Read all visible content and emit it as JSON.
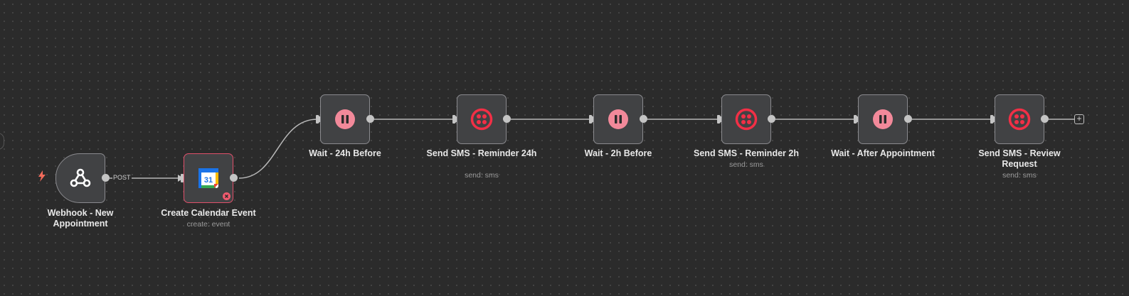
{
  "colors": {
    "canvas_bg": "#2b2b2b",
    "node_bg": "#414244",
    "node_border": "#8a8a8e",
    "error_border": "#e0506a",
    "wait_icon": "#f2899a",
    "twilio_red": "#f22f46",
    "trigger_bolt": "#f26b5b"
  },
  "nodes": [
    {
      "id": "webhook",
      "title": "Webhook - New Appointment",
      "subtitle": "",
      "icon": "webhook-icon"
    },
    {
      "id": "calendar",
      "title": "Create Calendar Event",
      "subtitle": "create: event",
      "icon": "google-calendar-icon",
      "calendar_day": "31"
    },
    {
      "id": "wait24",
      "title": "Wait - 24h Before",
      "subtitle": "",
      "icon": "pause-icon"
    },
    {
      "id": "sms24",
      "title": "Send SMS - Reminder 24h",
      "subtitle": "send: sms",
      "icon": "twilio-icon"
    },
    {
      "id": "wait2",
      "title": "Wait - 2h Before",
      "subtitle": "",
      "icon": "pause-icon"
    },
    {
      "id": "sms2",
      "title": "Send SMS - Reminder 2h",
      "subtitle": "send: sms",
      "icon": "twilio-icon"
    },
    {
      "id": "waitafter",
      "title": "Wait - After Appointment",
      "subtitle": "",
      "icon": "pause-icon"
    },
    {
      "id": "smsreview",
      "title": "Send SMS - Review Request",
      "subtitle": "send: sms",
      "icon": "twilio-icon"
    }
  ],
  "connections": {
    "webhook_to_calendar_label": "POST"
  },
  "add_button_label": "+"
}
